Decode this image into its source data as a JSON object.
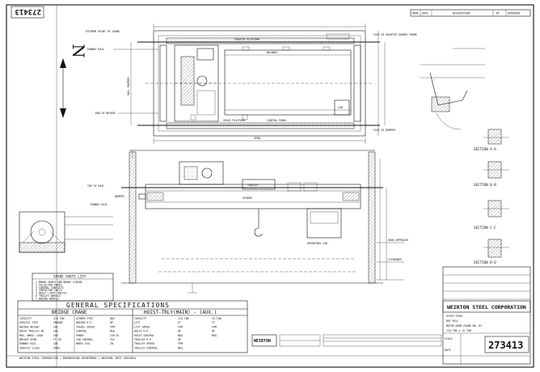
{
  "drawing_number": "273413",
  "north_label": "N",
  "revision_header": {
    "mark_label": "MARK",
    "date_label": "DATE",
    "description_label": "DESCRIPTION",
    "by_label": "BY",
    "approved_label": "APPROVED"
  },
  "plan_view": {
    "extreme_point_label": "EXTREME POINT OF CRANE",
    "service_platform_label": "SERVICE PLATFORM",
    "walkway_label": "WALKWAY",
    "span_label": "SPAN",
    "runway_rail_label": "RUNWAY RAIL",
    "end_of_bridge_label": "END OF BRIDGE",
    "space_platform_label": "SPACE PLATFORM",
    "control_panel_label": "CONTROL PANEL",
    "cab_label": "CAB",
    "rail_dim_label": "RAIL CENTERS",
    "clear_point_label": "EXTREME POINT OF CRANE",
    "face_label": "FACE OF QUARTER GIRDER FRAME",
    "bumper_label": "FACE OF BUMPER"
  },
  "elevation_view": {
    "operators_cab_label": "OPERATORS CAB",
    "trolley_label": "TROLLEY",
    "girder_label": "GIRDER",
    "bumper_label": "BUMPER",
    "hook_approach_label": "HOOK APPROACH",
    "runway_label": "RUNWAY RAIL",
    "top_of_rail_label": "TOP OF RAIL",
    "clearance_label": "CLEARANCE"
  },
  "sections": {
    "a_label": "SECTION A-A",
    "b_label": "SECTION B-B",
    "c_label": "SECTION C-C",
    "d_label": "SECTION D-D"
  },
  "spare_parts": {
    "title": "SPARE PARTS LIST",
    "items": [
      "BRAKE SHOES AND BRAKE LINING",
      "COLLECTOR SHOES",
      "CONTROL CONTACTS",
      "CONTACTOR COILS",
      "HOIST LIMIT SWITCH",
      "TROLLEY WHEELS",
      "BRIDGE WHEELS"
    ]
  },
  "general_specs": {
    "title": "GENERAL SPECIFICATIONS",
    "bridge_header": "BRIDGE CRANE",
    "hoist_header": "HOIST-TRLY(MAIN) - (AUX.)",
    "left_rows": [
      {
        "label": "CAPACITY",
        "value": "110 TON"
      },
      {
        "label": "SERVICE TYPE",
        "value": "INDOOR"
      },
      {
        "label": "BRIDGE WEIGHT",
        "value": "LBS"
      },
      {
        "label": "HOIST TROLLEY WT.",
        "value": "LBS"
      },
      {
        "label": "MAX. WHEEL LOAD",
        "value": "LBS"
      },
      {
        "label": "BRIDGE SPAN",
        "value": "FT-IN"
      },
      {
        "label": "RUNWAY RAIL",
        "value": "LBS"
      },
      {
        "label": "SERVICE CLASS",
        "value": "CMAA"
      }
    ],
    "mid_rows": [
      {
        "label": "GIRDER TYPE",
        "value": "BOX"
      },
      {
        "label": "BRIDGE H.P.",
        "value": "HP"
      },
      {
        "label": "TRAVEL SPEED",
        "value": "FPM"
      },
      {
        "label": "CONTROL",
        "value": "MAG."
      },
      {
        "label": "POWER",
        "value": "230 DC"
      },
      {
        "label": "CAB CONTROL",
        "value": "YES"
      },
      {
        "label": "WHEEL DIA.",
        "value": "IN"
      }
    ],
    "right_rows": [
      {
        "label": "CAPACITY",
        "value": "110 TON",
        "aux": "15 TON"
      },
      {
        "label": "LIFT",
        "value": "FT",
        "aux": "FT"
      },
      {
        "label": "LIFT SPEED",
        "value": "FPM",
        "aux": "FPM"
      },
      {
        "label": "HOIST H.P.",
        "value": "HP",
        "aux": "HP"
      },
      {
        "label": "HOIST CONTROL",
        "value": "MAG.",
        "aux": "MAG."
      },
      {
        "label": "TROLLEY H.P.",
        "value": "HP",
        "aux": ""
      },
      {
        "label": "TROLLEY SPEED",
        "value": "FPM",
        "aux": ""
      },
      {
        "label": "TROLLEY CONTROL",
        "value": "MAG.",
        "aux": ""
      }
    ]
  },
  "footer_text": "WEIRTON STEEL CORPORATION / ENGINEERING DEPARTMENT / WEIRTON, WEST VIRGINIA",
  "stamp_text": "WEIRTON",
  "title_block": {
    "company": "WEIRTON STEEL CORPORATION",
    "line1": "STRIP STEEL",
    "line2": "HOT MILL",
    "line3": "MOTOR ROOM CRANE NO. 62",
    "line4": "110 TON x 15 TON",
    "scale_label": "SCALE",
    "date_label": "DATE",
    "drawing_number": "273413"
  }
}
